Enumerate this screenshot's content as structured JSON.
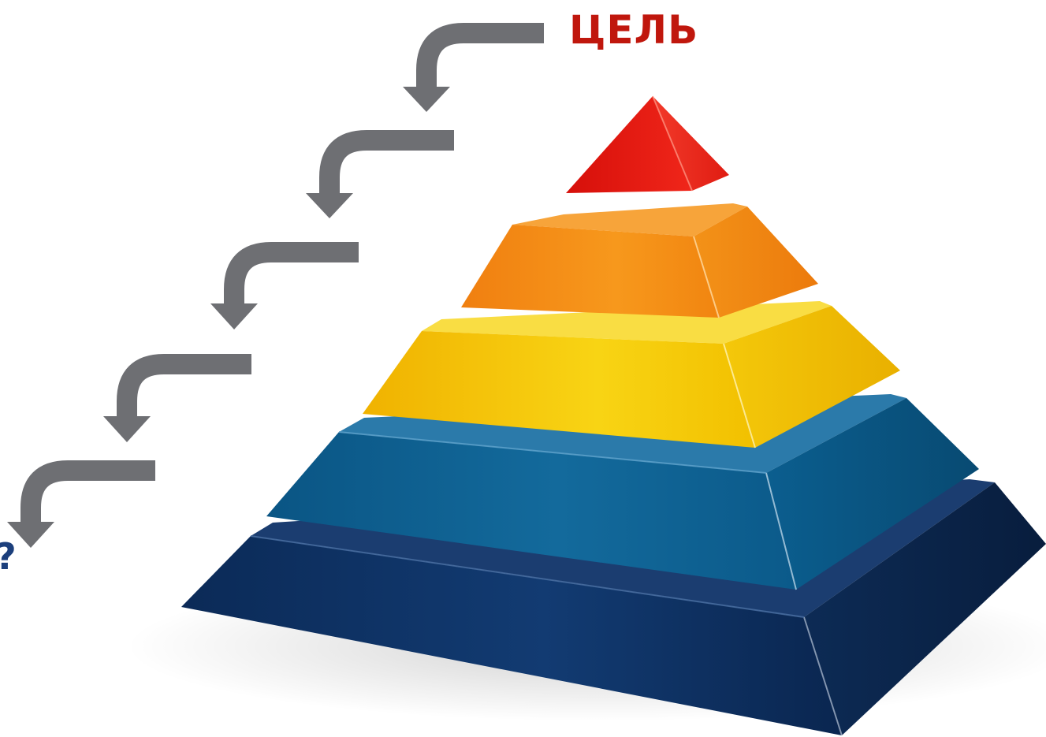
{
  "labels": {
    "goal": "ЦЕЛЬ",
    "question": "?"
  },
  "colors": {
    "arrow": "#6e6f73",
    "goal_text": "#c0170d",
    "question_text": "#1c3f7c",
    "tier_top": "#e5140d",
    "tier_2": "#f28a12",
    "tier_3": "#f6c400",
    "tier_4": "#0a628f",
    "tier_base": "#0c2d5e"
  },
  "pyramid": {
    "tier_count": 5
  },
  "steps": {
    "arrow_count": 5
  }
}
